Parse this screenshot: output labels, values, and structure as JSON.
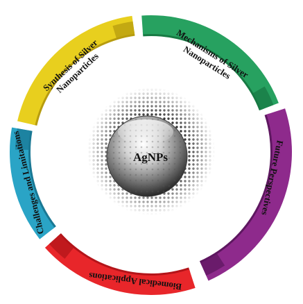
{
  "center": {
    "label": "AgNPs"
  },
  "segments": [
    {
      "id": "synthesis",
      "lines": [
        "Synthesis of Silver",
        "Nanoparticles"
      ],
      "color": "#e8cf1e",
      "dark": "#b79c0f"
    },
    {
      "id": "mechanisms",
      "lines": [
        "Mechanisms of Silver",
        "Nanoparticles"
      ],
      "color": "#27a160",
      "dark": "#187a44"
    },
    {
      "id": "future",
      "lines": [
        "Future Perspectives"
      ],
      "color": "#8e2a8c",
      "dark": "#5e1760"
    },
    {
      "id": "biomedical",
      "lines": [
        "Biomedical Applications"
      ],
      "color": "#e8262a",
      "dark": "#b3151a"
    },
    {
      "id": "challenges",
      "lines": [
        "Challenges and Limitations"
      ],
      "color": "#2aa4c6",
      "dark": "#1a7894"
    }
  ]
}
